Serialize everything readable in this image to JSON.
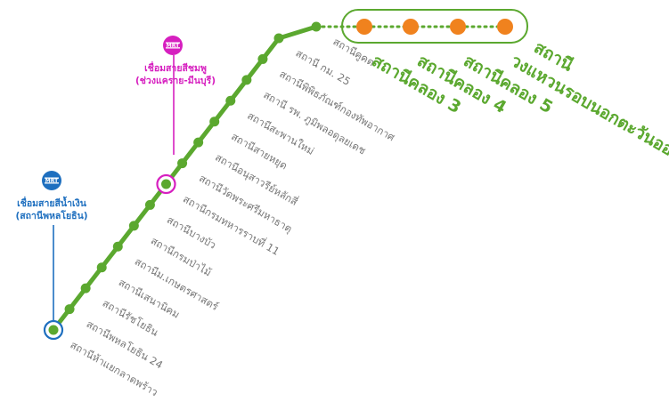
{
  "line": {
    "color": "#5ba82f",
    "station_color": "#5ba82f",
    "future_station_color": "#f0821e",
    "stations": [
      {
        "name": "สถานีห้าแยกลาดพร้าว"
      },
      {
        "name": "สถานีพหลโยธิน 24"
      },
      {
        "name": "สถานีรัชโยธิน"
      },
      {
        "name": "สถานีเสนานิคม"
      },
      {
        "name": "สถานีม.เกษตรศาสตร์"
      },
      {
        "name": "สถานีกรมป่าไม้"
      },
      {
        "name": "สถานีบางบัว"
      },
      {
        "name": "สถานีกรมทหารราบที่ 11"
      },
      {
        "name": "สถานีวัดพระศรีมหาธาตุ"
      },
      {
        "name": "สถานีอนุสาวรีย์หลักสี่"
      },
      {
        "name": "สถานีสายหยุด"
      },
      {
        "name": "สถานีสะพานใหม่"
      },
      {
        "name": "สถานี รพ. ภูมิพลอดุลยเดช"
      },
      {
        "name": "สถานีพิพิธภัณฑ์กองทัพอากาศ"
      },
      {
        "name": "สถานี กม. 25"
      },
      {
        "name": "สถานีคูคต"
      }
    ],
    "future_stations": [
      {
        "name": "สถานีคลอง 3"
      },
      {
        "name": "สถานีคลอง 4"
      },
      {
        "name": "สถานีคลอง 5"
      },
      {
        "name_line1": "สถานี",
        "name_line2": "วงแหวนรอบนอกตะวันออก"
      }
    ]
  },
  "interchanges": {
    "blue": {
      "color": "#1e6fbf",
      "badge_text": "MRT",
      "line1": "เชื่อมสายสีน้ำเงิน",
      "line2": "(สถานีพหลโยธิน)"
    },
    "pink": {
      "color": "#d61fbf",
      "badge_text": "MRT",
      "line1": "เชื่อมสายสีชมพู",
      "line2": "(ช่วงแคราย-มีนบุรี)"
    }
  }
}
